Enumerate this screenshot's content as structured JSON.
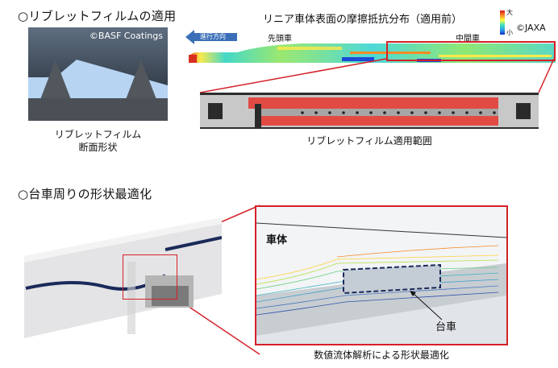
{
  "section1": {
    "heading": "○リブレットフィルムの適用",
    "photo": {
      "credit": "©BASF Coatings",
      "caption_line1": "リブレットフィルム",
      "caption_line2": "断面形状"
    },
    "drag_map": {
      "title": "リニア車体表面の摩擦抵抗分布（適用前）",
      "direction_label": "進行方向",
      "lead_car_label": "先頭車",
      "middle_car_label": "中間車",
      "legend_high": "大",
      "legend_low": "小",
      "legend_colors": [
        "#d7191c",
        "#f58a25",
        "#ffff3f",
        "#3fe0c0",
        "#2fa0e8",
        "#1030c8"
      ],
      "credit": "©JAXA"
    },
    "car_render": {
      "caption": "リブレットフィルム適用範囲",
      "film_color": "#e0453f"
    }
  },
  "section2": {
    "heading": "○台車周りの形状最適化",
    "cfd": {
      "body_label": "車体",
      "bogie_label": "台車",
      "caption": "数値流体解析による形状最適化"
    }
  },
  "colors": {
    "highlight_red": "#d42027",
    "arrow_blue": "#3a6fb8",
    "train_navy": "#1b2a5a"
  }
}
